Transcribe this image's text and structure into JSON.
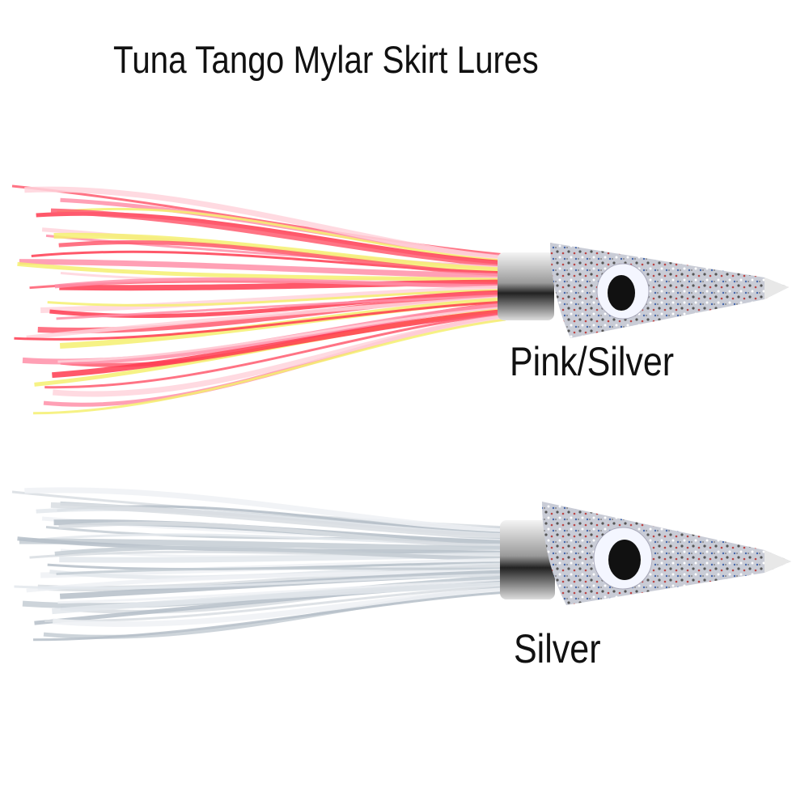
{
  "title": "Tuna Tango Mylar Skirt Lures",
  "products": [
    {
      "label": "Pink/Silver",
      "skirt_colors": [
        "#ff5a6e",
        "#ff8fa8",
        "#ffd4dc",
        "#f5f070",
        "#ff3b50"
      ]
    },
    {
      "label": "Silver",
      "skirt_colors": [
        "#d8dde2",
        "#c4ccd4",
        "#eef1f4",
        "#b5bec8",
        "#e3e8ec"
      ]
    }
  ]
}
